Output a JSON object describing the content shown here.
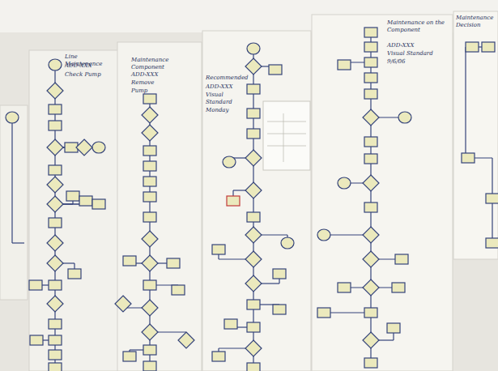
{
  "diagram": {
    "labels": [
      "Line Maintenance",
      "ADD-XXX",
      "Check Pump",
      "Maintenance Component",
      "ADD-XXX",
      "Remove",
      "Pump",
      "Recommended",
      "ADD-XXX",
      "Visual Standard",
      "Monday",
      "Maintenance on the Component",
      "ADD-XXX",
      "Visual Standard",
      "9/6/06",
      "Maintenance Decision"
    ]
  }
}
